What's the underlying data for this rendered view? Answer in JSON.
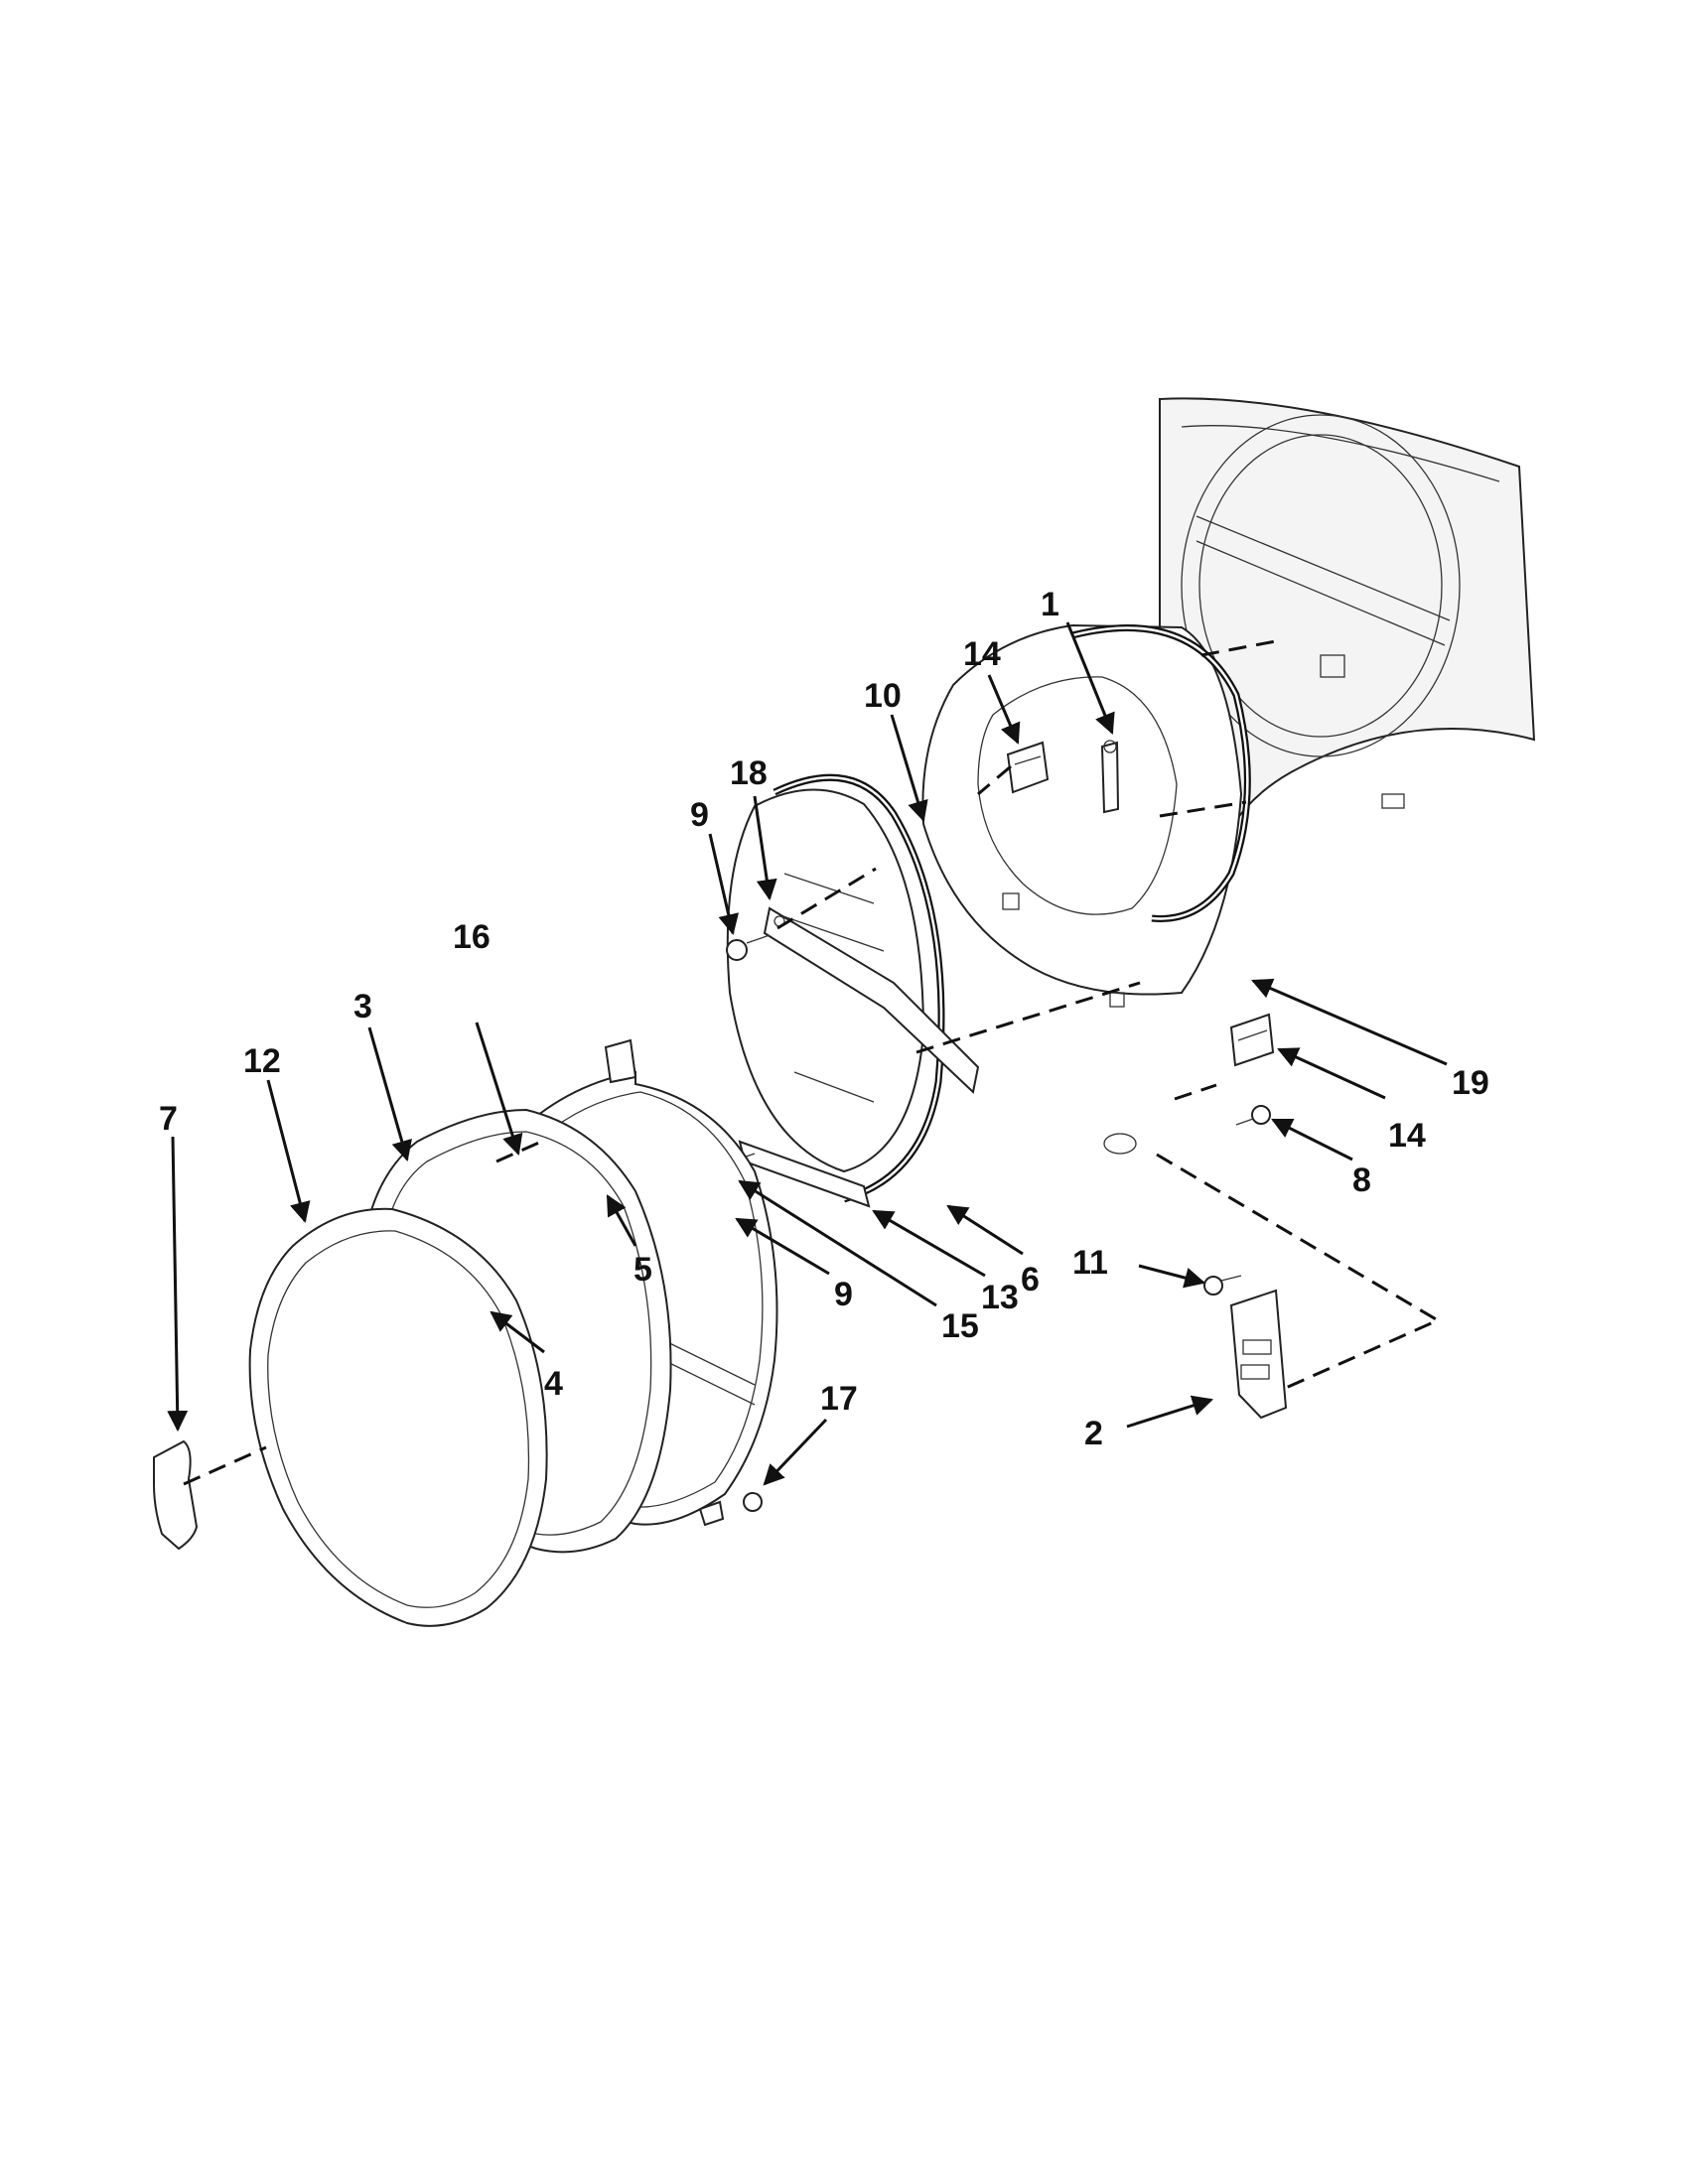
{
  "diagram": {
    "callouts": [
      "1",
      "2",
      "3",
      "4",
      "5",
      "6",
      "7",
      "8",
      "9",
      "9",
      "10",
      "11",
      "12",
      "13",
      "14",
      "14",
      "15",
      "16",
      "17",
      "18",
      "19"
    ]
  },
  "colors": {
    "ink": "#111111",
    "background": "#ffffff"
  }
}
